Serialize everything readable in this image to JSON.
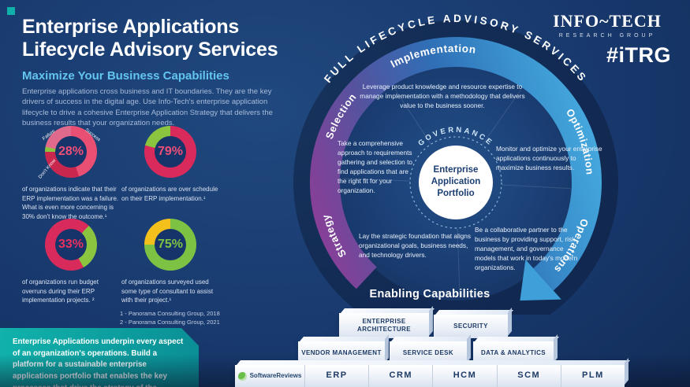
{
  "colors": {
    "accent_teal": "#0fb0aa",
    "ring_purple": "#8d3d97",
    "ring_blue": "#2f6fb6",
    "ring_light_blue": "#46abdf",
    "stat_red": "#d92a5c",
    "stat_green": "#8bc53f",
    "stat_yellow": "#f3c01c"
  },
  "header": {
    "title_line1": "Enterprise Applications",
    "title_line2": "Lifecycle Advisory Services",
    "subtitle": "Maximize Your Business Capabilities",
    "intro": "Enterprise applications cross business and IT boundaries. They are the key drivers of success in the digital age. Use Info-Tech's enterprise application lifecycle to drive a cohesive Enterprise Application Strategy that delivers the business results that your organization needs."
  },
  "brand": {
    "name_top": "INFO~TECH",
    "name_bottom": "RESEARCH GROUP",
    "itrg": "#iTRG"
  },
  "stats": [
    {
      "value": "28%",
      "value_color": "#ee4f78",
      "caption": "of organizations indicate that their ERP implementation was a failure. What is even more concerning is 30% don't know the outcome.¹",
      "ring_labels": [
        "Failure",
        "Success",
        "Don't Know"
      ],
      "segments": [
        {
          "color": "#e94f72",
          "pct": 45
        },
        {
          "color": "#c9274e",
          "pct": 30
        },
        {
          "color": "#8bc53f",
          "pct": 3
        },
        {
          "color": "#e06a8b",
          "pct": 22
        }
      ]
    },
    {
      "value": "79%",
      "value_color": "#ee4f78",
      "caption": "of organizations are over schedule on their ERP implementation.¹",
      "ring_labels": [],
      "segments": [
        {
          "color": "#d92a5c",
          "pct": 79
        },
        {
          "color": "#8bc53f",
          "pct": 21
        }
      ]
    },
    {
      "value": "33%",
      "value_color": "#e8315e",
      "caption": "of organizations run budget overruns during their ERP implementation projects. ²",
      "ring_labels": [],
      "segments": [
        {
          "color": "#d92a5c",
          "pct": 12
        },
        {
          "color": "#8bc53f",
          "pct": 30
        },
        {
          "color": "#d92a5c",
          "pct": 58
        }
      ]
    },
    {
      "value": "75%",
      "value_color": "#7dc242",
      "caption": "of organizations surveyed used some type of consultant to assist with their project.¹",
      "ring_labels": [],
      "segments": [
        {
          "color": "#7dc242",
          "pct": 75
        },
        {
          "color": "#f3c01c",
          "pct": 25
        }
      ]
    }
  ],
  "footnotes": [
    "1 - Panorama Consulting Group, 2018",
    "2 - Panorama Consulting Group, 2021"
  ],
  "callout": {
    "text": "Enterprise Applications underpin every aspect of an organization's operations. Build a platform for a sustainable enterprise applications portfolio that enables the key processes that drive the strategy of the organization."
  },
  "lifecycle": {
    "outer_title": "FULL LIFECYCLE ADVISORY SERVICES",
    "governance_label": "GOVERNANCE",
    "center_label": "Enterprise Application Portfolio",
    "stages": [
      {
        "name": "Strategy",
        "description": "Lay the strategic foundation that aligns organizational goals, business needs, and technology drivers."
      },
      {
        "name": "Selection",
        "description": "Take a comprehensive approach to requirements gathering and selection to find applications that are the right fit for your organization."
      },
      {
        "name": "Implementation",
        "description": "Leverage product knowledge and resource expertise to manage implementation with a methodology that delivers value to the business sooner."
      },
      {
        "name": "Optimization",
        "description": "Monitor and optimize your enterprise applications continuously to maximize business results."
      },
      {
        "name": "Operations",
        "description": "Be a collaborative partner to the business by providing support, risk management, and governance models that work in today's modern organizations."
      }
    ]
  },
  "capabilities": {
    "title": "Enabling Capabilities",
    "tier_top": [
      "ENTERPRISE ARCHITECTURE",
      "SECURITY"
    ],
    "tier_middle": [
      "VENDOR MANAGEMENT",
      "SERVICE DESK",
      "DATA & ANALYTICS"
    ],
    "tier_base": [
      "ERP",
      "CRM",
      "HCM",
      "SCM",
      "PLM"
    ],
    "platform_brand": "SoftwareReviews"
  },
  "chart_data": [
    {
      "type": "pie",
      "center_label": "28%",
      "slices": [
        {
          "label": "Failure",
          "pct": 28
        },
        {
          "label": "Don't Know",
          "pct": 30
        },
        {
          "label": "Success",
          "pct": 42
        }
      ]
    },
    {
      "type": "pie",
      "center_label": "79%",
      "slices": [
        {
          "pct": 79,
          "color": "#d92a5c"
        },
        {
          "pct": 21,
          "color": "#8bc53f"
        }
      ]
    },
    {
      "type": "pie",
      "center_label": "33%",
      "slices": [
        {
          "pct": 33,
          "color": "#d92a5c"
        },
        {
          "pct": 67,
          "color": "#8bc53f"
        }
      ]
    },
    {
      "type": "pie",
      "center_label": "75%",
      "slices": [
        {
          "pct": 75,
          "color": "#7dc242"
        },
        {
          "pct": 25,
          "color": "#f3c01c"
        }
      ]
    }
  ]
}
